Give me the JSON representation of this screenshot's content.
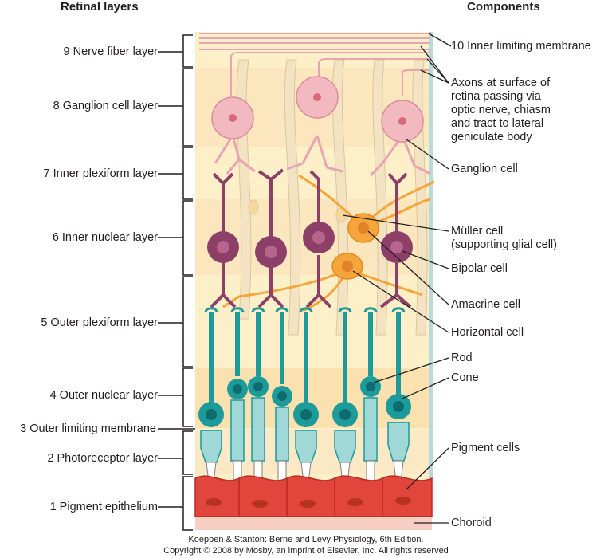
{
  "headers": {
    "left": "Retinal layers",
    "right": "Components"
  },
  "left_labels": [
    "9 Nerve fiber layer",
    "8 Ganglion cell layer",
    "7 Inner plexiform layer",
    "6 Inner nuclear layer",
    "5 Outer plexiform layer",
    "4 Outer nuclear layer",
    "3 Outer limiting membrane",
    "2 Photoreceptor layer",
    "1 Pigment epithelium"
  ],
  "right_labels": {
    "inner_limiting": "10 Inner limiting membrane",
    "axons": [
      "Axons at surface of",
      "retina passing via",
      "optic nerve, chiasm",
      "and tract to lateral",
      "geniculate body"
    ],
    "ganglion": "Ganglion cell",
    "muller": [
      "Müller cell",
      "(supporting glial cell)"
    ],
    "bipolar": "Bipolar cell",
    "amacrine": "Amacrine cell",
    "horizontal": "Horizontal cell",
    "rod": "Rod",
    "cone": "Cone",
    "pigment": "Pigment cells",
    "choroid": "Choroid"
  },
  "credits": [
    "Koeppen & Stanton: Berne and Levy Physiology, 6th Edition.",
    "Copyright © 2008 by Mosby, an imprint of Elsevier, Inc. All rights reserved"
  ],
  "colors": {
    "background_light": "#fdf0c8",
    "background_band": "#fbe3b4",
    "ganglion": "#f2b9c0",
    "bipolar": "#8e3f68",
    "amacrine": "#f5a53a",
    "photoreceptor": "#1d9a9a",
    "photoreceptor_light": "#9fd8d6",
    "pigment_epithelium": "#e2453b",
    "choroid": "#f6cfc2",
    "muller": "#f2e2c0"
  }
}
